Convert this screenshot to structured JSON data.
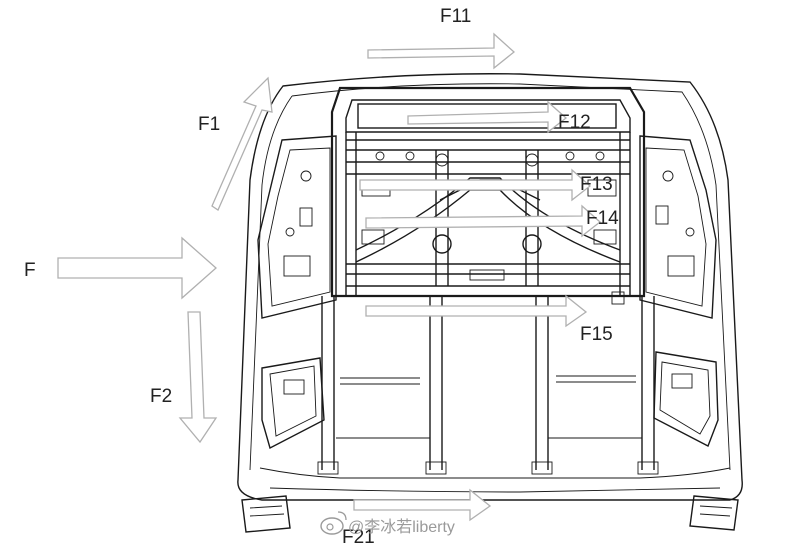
{
  "diagram": {
    "force_labels": {
      "f": "F",
      "f1": "F1",
      "f2": "F2",
      "f11": "F11",
      "f12": "F12",
      "f13": "F13",
      "f14": "F14",
      "f15": "F15",
      "f21": "F21"
    },
    "colors": {
      "line": "#1a1a1a",
      "arrow_outline": "#b0b0b0",
      "watermark": "#9a9a9a"
    }
  },
  "watermark": {
    "text": "@李冰若liberty",
    "icon": "weibo-icon"
  }
}
